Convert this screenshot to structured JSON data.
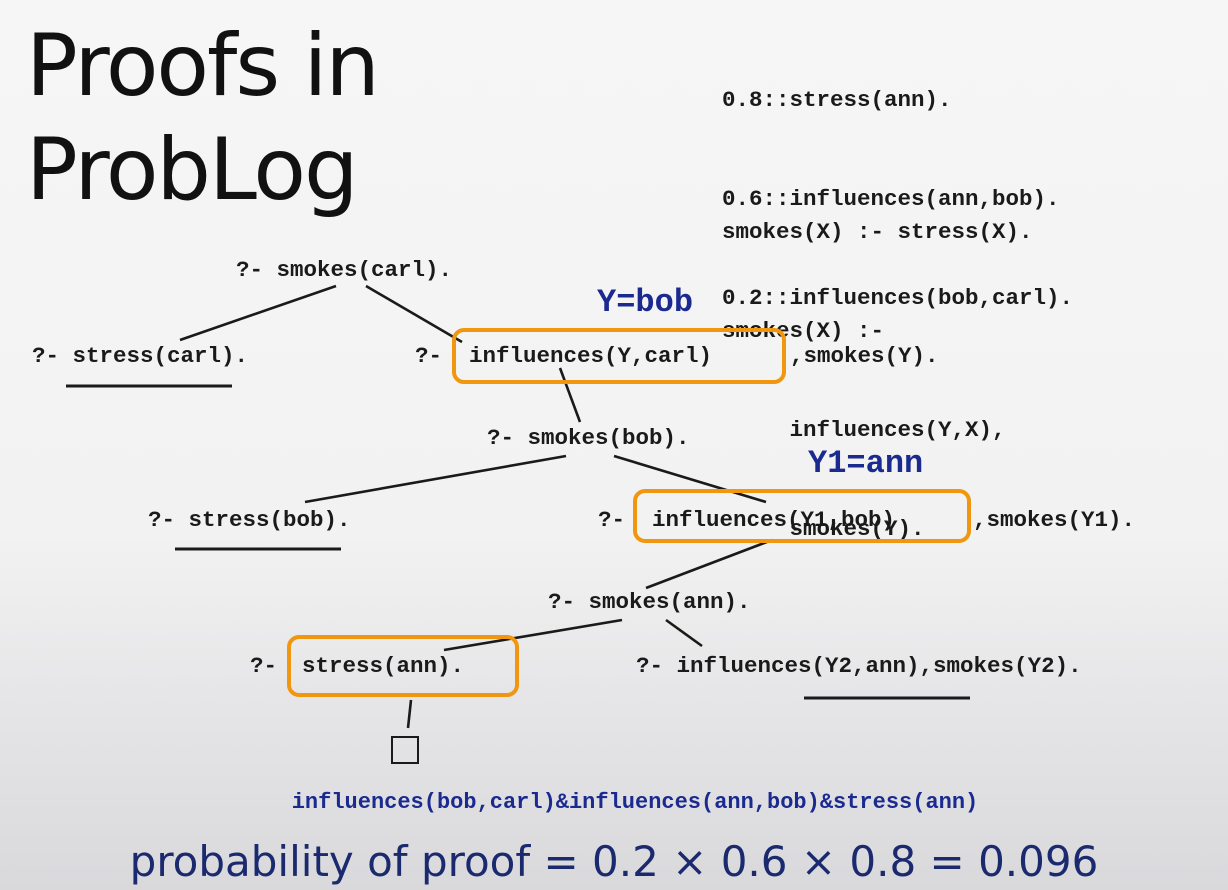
{
  "slide": {
    "title_line1": "Proofs in",
    "title_line2": "ProbLog"
  },
  "program": {
    "facts": [
      "0.8::stress(ann).",
      "0.6::influences(ann,bob).",
      "0.2::influences(bob,carl)."
    ],
    "rules": [
      "smokes(X) :- stress(X).",
      "smokes(X) :-",
      "     influences(Y,X),",
      "     smokes(Y)."
    ]
  },
  "tree": {
    "root": "?- smokes(carl).",
    "n1_left": "?- stress(carl).",
    "n1_right_prefix": "?-",
    "n1_right_goal": "influences(Y,carl)",
    "n1_right_rest": ",smokes(Y).",
    "binding1": "Y=bob",
    "n2": "?- smokes(bob).",
    "n3_left": "?- stress(bob).",
    "n3_right_prefix": "?-",
    "n3_right_goal": "influences(Y1,bob)",
    "n3_right_rest": ",smokes(Y1).",
    "binding2": "Y1=ann",
    "n4": "?- smokes(ann).",
    "n5_left_prefix": "?-",
    "n5_left_goal": "stress(ann).",
    "n5_right": "?- influences(Y2,ann),smokes(Y2)."
  },
  "proof": {
    "conjunction": "influences(bob,carl)&influences(ann,bob)&stress(ann)",
    "probability": "probability of proof = 0.2 × 0.6 × 0.8 = 0.096"
  },
  "colors": {
    "highlight": "#f0960f",
    "binding_text": "#1b2a8f"
  }
}
